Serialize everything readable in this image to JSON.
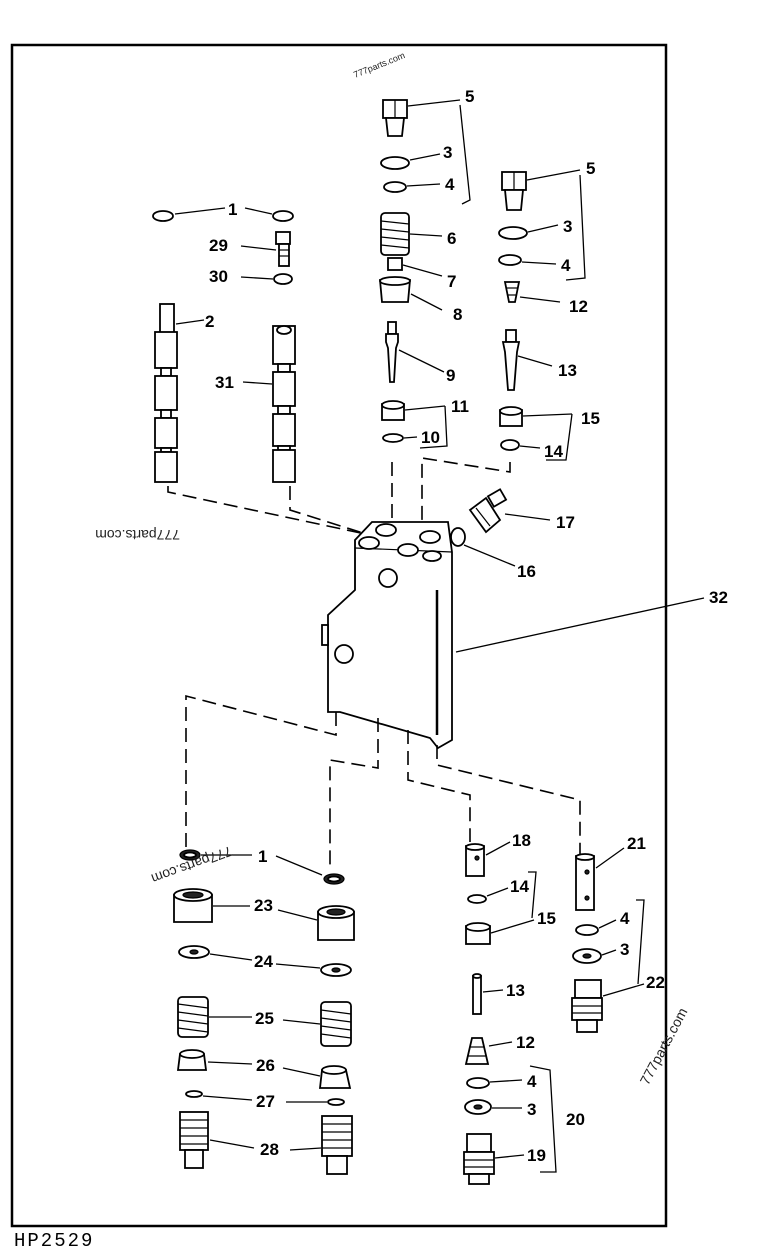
{
  "figure": {
    "reference": "HP2529",
    "watermarks": [
      "777parts.com",
      "777parts.com",
      "777parts.com",
      "777parts.com"
    ],
    "callouts": [
      "1",
      "2",
      "3",
      "4",
      "5",
      "6",
      "7",
      "8",
      "9",
      "10",
      "11",
      "12",
      "13",
      "14",
      "15",
      "16",
      "17",
      "18",
      "19",
      "20",
      "21",
      "22",
      "23",
      "24",
      "25",
      "26",
      "27",
      "28",
      "29",
      "30",
      "31",
      "32"
    ]
  }
}
